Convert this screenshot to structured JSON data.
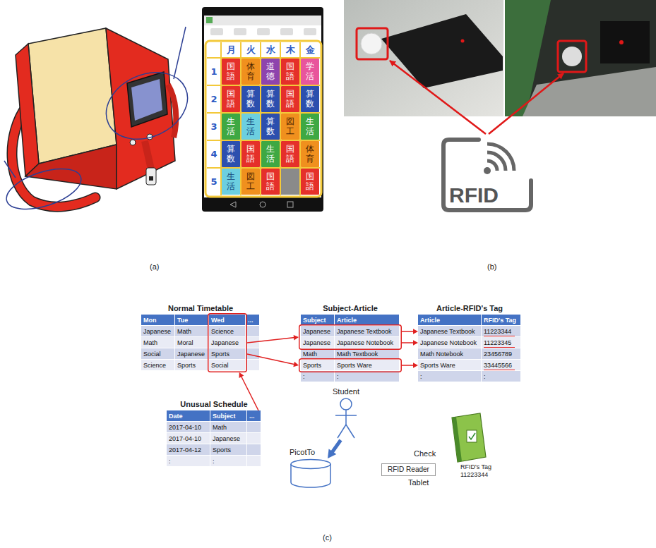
{
  "diagram": {
    "nodes": [
      {
        "text": [
          "国語"
        ]
      },
      {
        "text": [
          "体育"
        ]
      },
      {
        "text": [
          "道徳"
        ]
      },
      {
        "text": [
          "国語"
        ]
      },
      {
        "text": [
          "学活"
        ]
      },
      {
        "text": [
          "国語"
        ]
      },
      {
        "text": [
          "算数"
        ]
      },
      {
        "text": [
          "算数"
        ]
      },
      {
        "text": [
          "国語"
        ]
      },
      {
        "text": [
          "算数"
        ]
      },
      {
        "text": [
          "生活"
        ]
      },
      {
        "text": [
          "生活"
        ]
      },
      {
        "text": [
          "算数"
        ]
      },
      {
        "text": [
          "図工"
        ]
      },
      {
        "text": [
          "生活"
        ]
      },
      {
        "text": [
          "算数"
        ]
      },
      {
        "text": [
          "国語"
        ]
      },
      {
        "text": [
          "生活"
        ]
      },
      {
        "text": [
          "国語"
        ]
      },
      {
        "text": [
          "体育"
        ]
      },
      {
        "text": [
          "生活"
        ]
      },
      {
        "text": [
          "図工"
        ]
      },
      {
        "text": [
          "国語"
        ]
      },
      {
        "text": [
          "国語"
        ]
      },
      {
        "text": [
          "RFID"
        ]
      },
      {
        "text": [
          "Normal Timetable"
        ]
      },
      {
        "text": [
          "Wed",
          "Science",
          "Japanese",
          "Sports",
          "Social"
        ],
        "in": 25
      },
      {
        "text": [
          "Subject-Article"
        ]
      },
      {
        "text": [
          "Japanese",
          "Japanese Textbook",
          "Japanese",
          "Japanese Notebook"
        ],
        "in": 27
      },
      {
        "text": [
          "Sports",
          "Sports Ware"
        ],
        "in": 27
      },
      {
        "text": [
          "Article-RFID's Tag"
        ]
      },
      {
        "text": [
          "Unusual Schedule"
        ]
      },
      {
        "text": [
          "Student"
        ]
      },
      {
        "text": [
          "PicotTo"
        ]
      },
      {
        "text": [
          "RFID Reader"
        ]
      }
    ],
    "edges": [
      {
        "from": 26,
        "to": 28,
        "arrow": "to"
      },
      {
        "from": 26,
        "to": 29,
        "arrow": "to"
      },
      {
        "from": 28,
        "to": 30,
        "arrow": "to"
      },
      {
        "from": 28,
        "to": 30,
        "arrow": "to"
      },
      {
        "from": 29,
        "to": 30,
        "arrow": "to"
      },
      {
        "from": 31,
        "to": 26,
        "arrow": "to"
      },
      {
        "from": 32,
        "to": 33,
        "arrow": "to"
      }
    ],
    "labels": [
      "月",
      "火",
      "水",
      "木",
      "金",
      "1",
      "2",
      "3",
      "4",
      "5",
      "(a)",
      "(b)",
      "Mon",
      "Tue",
      "...",
      "Japanese",
      "Math",
      "Math",
      "Moral",
      "Social",
      "Japanese",
      "Science",
      "Sports",
      "Subject",
      "Article",
      "Math",
      "Math Textbook",
      ":",
      ":",
      "Article",
      "RFID's Tag",
      "Japanese Textbook",
      "11223344",
      "Japanese Notebook",
      "11223345",
      "Math Notebook",
      "23456789",
      "Sports Ware",
      "33445566",
      ":",
      ":",
      "Date",
      "Subject",
      "...",
      "2017-04-10",
      "Math",
      "2017-04-10",
      "Japanese",
      "2017-04-12",
      "Sports",
      ":",
      ":",
      "Check",
      "RFID's Tag",
      "11223344",
      "Tablet",
      "(c)"
    ]
  }
}
